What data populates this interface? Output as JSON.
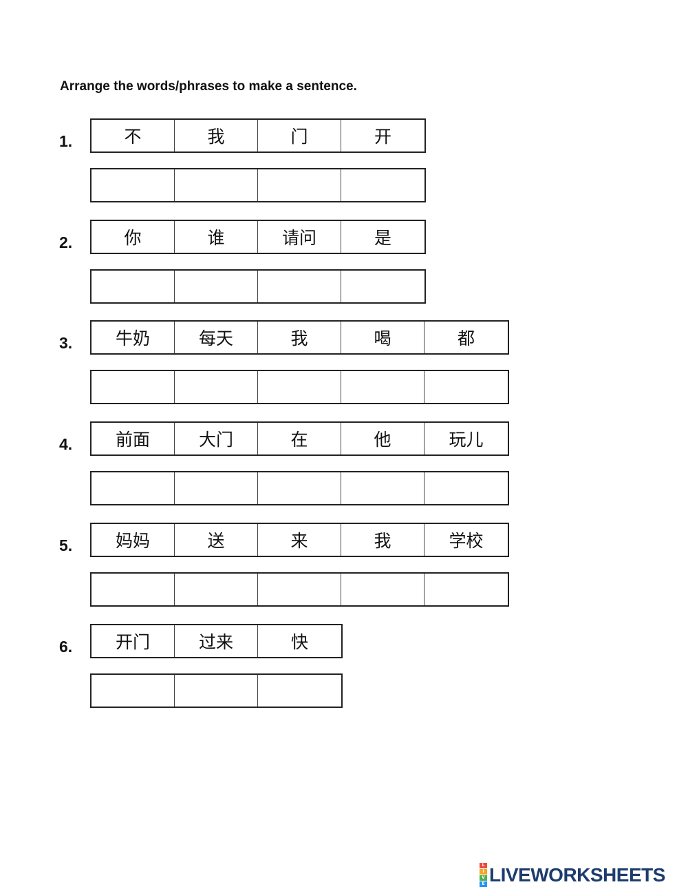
{
  "instructions": "Arrange the words/phrases to make a sentence.",
  "questions": [
    {
      "number": "1.",
      "words": [
        "不",
        "我",
        "门",
        "开"
      ]
    },
    {
      "number": "2.",
      "words": [
        "你",
        "谁",
        "请问",
        "是"
      ]
    },
    {
      "number": "3.",
      "words": [
        "牛奶",
        "每天",
        "我",
        "喝",
        "都"
      ]
    },
    {
      "number": "4.",
      "words": [
        "前面",
        "大门",
        "在",
        "他",
        "玩儿"
      ]
    },
    {
      "number": "5.",
      "words": [
        "妈妈",
        "送",
        "来",
        "我",
        "学校"
      ]
    },
    {
      "number": "6.",
      "words": [
        "开门",
        "过来",
        "快"
      ]
    }
  ],
  "brand": {
    "text": "LIVEWORKSHEETS",
    "badge_letters": [
      "L",
      "I",
      "V",
      "E"
    ],
    "badge_colors": [
      "#e94b3c",
      "#f5a623",
      "#4caf50",
      "#2196f3"
    ],
    "text_color": "#1d3c6e"
  }
}
